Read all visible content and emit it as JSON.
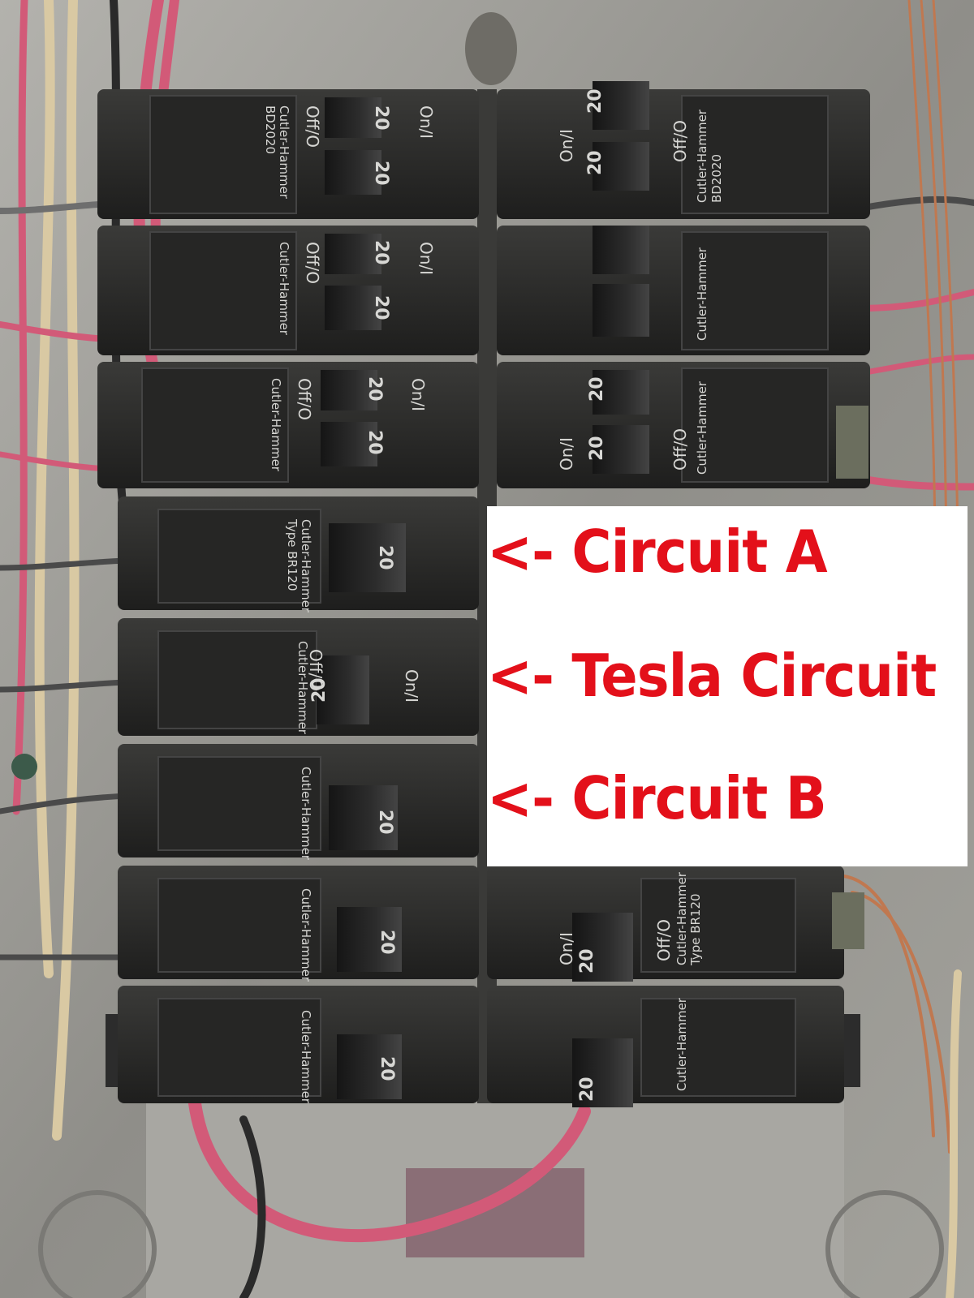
{
  "colors": {
    "annotation_text": "#e3101a",
    "panel_background": "#ffffff",
    "breaker_body": "#2a2a2a",
    "enclosure_metal": "#9a9a96",
    "wire_red": "#d25a78",
    "wire_tan": "#d9c9a3",
    "wire_copper": "#c07850"
  },
  "annotations": [
    "<- Circuit A",
    "<- Tesla Circuit",
    "<- Circuit B"
  ],
  "breaker_rating": "20",
  "markings": {
    "on": "On/I",
    "off": "Off/O",
    "brand": "Cutler-Hammer",
    "type_double": "BD2020",
    "type_single": "Type BR120"
  }
}
